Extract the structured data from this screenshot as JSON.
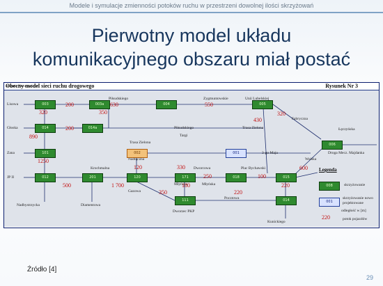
{
  "header": {
    "subtitle": "Modele i symulacje zmienności potoków ruchu w przestrzeni dowolnej ilości skrzyżowań"
  },
  "slide": {
    "title_line1": "Pierwotny model układu",
    "title_line2": "komunikacyjnego obszaru miał postać"
  },
  "figure": {
    "title_left": "Obecny model sieci ruchu drogowego",
    "title_right": "Rysunek Nr 3",
    "streets": {
      "stopnia": "Stopnia Nerutowicza",
      "lisowa": "Lisowa",
      "gloska": "Głoska",
      "zana": "Zana",
      "jpii": "JP II",
      "nadbystrzycka": "Nadbystrzycka",
      "pilsudskiego_top": "Piłsudskiego",
      "zygmuntowskie": "Zygmuntowskie",
      "unii_lubelskiej": "Unii Lubelskiej",
      "fabryczna": "Fabryczna",
      "leczynska": "Łęczyńska",
      "pilsudskiego_mid": "Piłsudskiego",
      "targi": "Targi",
      "trasa_zielona1": "Trasa Zielona",
      "trasa_zielona2": "Trasa Zielona",
      "maja": "3-go Maja",
      "wolska": "Wolska",
      "droga_majdanka": "Droga Mecz. Majdanka",
      "nadlaczna": "Nadłączna",
      "krochmalna": "Krochmalna",
      "dworcowa": "Dworcowa",
      "plac_bychawski": "Plac Bychawski",
      "mlynska1": "Młyńska",
      "mlynska2": "Młyńska",
      "gazowa": "Gazowa",
      "diamentowa": "Diamentowa",
      "dworzec_pkp": "Dworzec PKP",
      "pocztowa": "Pocztowa",
      "kunickiego": "Kunickiego"
    },
    "nodes": {
      "n003": "003",
      "n003a": "003a",
      "n004": "004",
      "n005": "005",
      "n014": "014",
      "n014a": "014a",
      "n006": "006",
      "n101": "101",
      "n002": "002",
      "n001": "001",
      "n012": "012",
      "n201": "201",
      "n120": "120",
      "n171": "171",
      "n018": "018",
      "n015": "015",
      "n111": "111",
      "n014b": "014"
    },
    "flows": {
      "f320a": "320",
      "f200a": "200",
      "f350a": "350",
      "f550": "550",
      "f630": "630",
      "f320b": "320",
      "f430": "430",
      "f200b": "200",
      "f890": "890",
      "f1250": "1250",
      "f120": "120",
      "f330": "330",
      "f500": "500",
      "f1700": "1 700",
      "f250": "250",
      "f100": "100",
      "f220a": "220",
      "f600": "600",
      "f180": "180",
      "f350b": "350",
      "f220b": "220"
    },
    "legend": {
      "head": "Legenda",
      "node_green": "008",
      "green_label": "skrzyżowanie",
      "node_blue": "001",
      "blue_label": "skrzyżowanie nowo projektowane",
      "dist_label": "odległość w [m]",
      "flow_example": "220",
      "flow_label": "potok pojazdów"
    }
  },
  "footer": {
    "source": "Źródło [4]",
    "page": "29"
  }
}
